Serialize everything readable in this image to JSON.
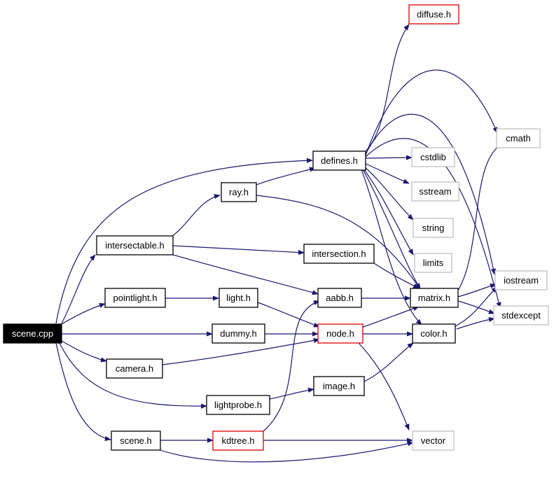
{
  "colors": {
    "edge": "#191970",
    "border_normal": "#000000",
    "border_truncated": "#e00000",
    "border_external": "#bfbfbf",
    "root_fill": "#000000",
    "root_text": "#ffffff",
    "node_fill": "#ffffff",
    "node_text": "#000000"
  },
  "nodes": {
    "scene_cpp": {
      "label": "scene.cpp",
      "kind": "root"
    },
    "defines_h": {
      "label": "defines.h",
      "kind": "normal"
    },
    "diffuse_h": {
      "label": "diffuse.h",
      "kind": "truncated"
    },
    "cmath": {
      "label": "cmath",
      "kind": "external"
    },
    "cstdlib": {
      "label": "cstdlib",
      "kind": "external"
    },
    "sstream": {
      "label": "sstream",
      "kind": "external"
    },
    "string": {
      "label": "string",
      "kind": "external"
    },
    "limits": {
      "label": "limits",
      "kind": "external"
    },
    "iostream": {
      "label": "iostream",
      "kind": "external"
    },
    "stdexcept": {
      "label": "stdexcept",
      "kind": "external"
    },
    "vector": {
      "label": "vector",
      "kind": "external"
    },
    "ray_h": {
      "label": "ray.h",
      "kind": "normal"
    },
    "intersectable_h": {
      "label": "intersectable.h",
      "kind": "normal"
    },
    "intersection_h": {
      "label": "intersection.h",
      "kind": "normal"
    },
    "pointlight_h": {
      "label": "pointlight.h",
      "kind": "normal"
    },
    "light_h": {
      "label": "light.h",
      "kind": "normal"
    },
    "aabb_h": {
      "label": "aabb.h",
      "kind": "normal"
    },
    "matrix_h": {
      "label": "matrix.h",
      "kind": "normal"
    },
    "dummy_h": {
      "label": "dummy.h",
      "kind": "normal"
    },
    "node_h": {
      "label": "node.h",
      "kind": "truncated"
    },
    "color_h": {
      "label": "color.h",
      "kind": "normal"
    },
    "camera_h": {
      "label": "camera.h",
      "kind": "normal"
    },
    "image_h": {
      "label": "image.h",
      "kind": "normal"
    },
    "lightprobe_h": {
      "label": "lightprobe.h",
      "kind": "normal"
    },
    "scene_h": {
      "label": "scene.h",
      "kind": "normal"
    },
    "kdtree_h": {
      "label": "kdtree.h",
      "kind": "truncated"
    }
  },
  "edges": [
    [
      "scene_cpp",
      "defines_h"
    ],
    [
      "scene_cpp",
      "intersectable_h"
    ],
    [
      "scene_cpp",
      "pointlight_h"
    ],
    [
      "scene_cpp",
      "dummy_h"
    ],
    [
      "scene_cpp",
      "camera_h"
    ],
    [
      "scene_cpp",
      "lightprobe_h"
    ],
    [
      "scene_cpp",
      "scene_h"
    ],
    [
      "defines_h",
      "diffuse_h"
    ],
    [
      "defines_h",
      "cmath"
    ],
    [
      "defines_h",
      "cstdlib"
    ],
    [
      "defines_h",
      "sstream"
    ],
    [
      "defines_h",
      "string"
    ],
    [
      "defines_h",
      "limits"
    ],
    [
      "defines_h",
      "iostream"
    ],
    [
      "defines_h",
      "stdexcept"
    ],
    [
      "defines_h",
      "matrix_h"
    ],
    [
      "defines_h",
      "color_h"
    ],
    [
      "intersectable_h",
      "ray_h"
    ],
    [
      "intersectable_h",
      "intersection_h"
    ],
    [
      "intersectable_h",
      "aabb_h"
    ],
    [
      "ray_h",
      "defines_h"
    ],
    [
      "ray_h",
      "matrix_h"
    ],
    [
      "intersection_h",
      "matrix_h"
    ],
    [
      "pointlight_h",
      "light_h"
    ],
    [
      "light_h",
      "node_h"
    ],
    [
      "aabb_h",
      "matrix_h"
    ],
    [
      "matrix_h",
      "cmath"
    ],
    [
      "matrix_h",
      "iostream"
    ],
    [
      "matrix_h",
      "stdexcept"
    ],
    [
      "dummy_h",
      "node_h"
    ],
    [
      "camera_h",
      "node_h"
    ],
    [
      "node_h",
      "matrix_h"
    ],
    [
      "node_h",
      "color_h"
    ],
    [
      "node_h",
      "vector"
    ],
    [
      "color_h",
      "iostream"
    ],
    [
      "color_h",
      "stdexcept"
    ],
    [
      "lightprobe_h",
      "image_h"
    ],
    [
      "image_h",
      "color_h"
    ],
    [
      "scene_h",
      "kdtree_h"
    ],
    [
      "scene_h",
      "vector"
    ],
    [
      "kdtree_h",
      "aabb_h"
    ],
    [
      "kdtree_h",
      "vector"
    ]
  ]
}
